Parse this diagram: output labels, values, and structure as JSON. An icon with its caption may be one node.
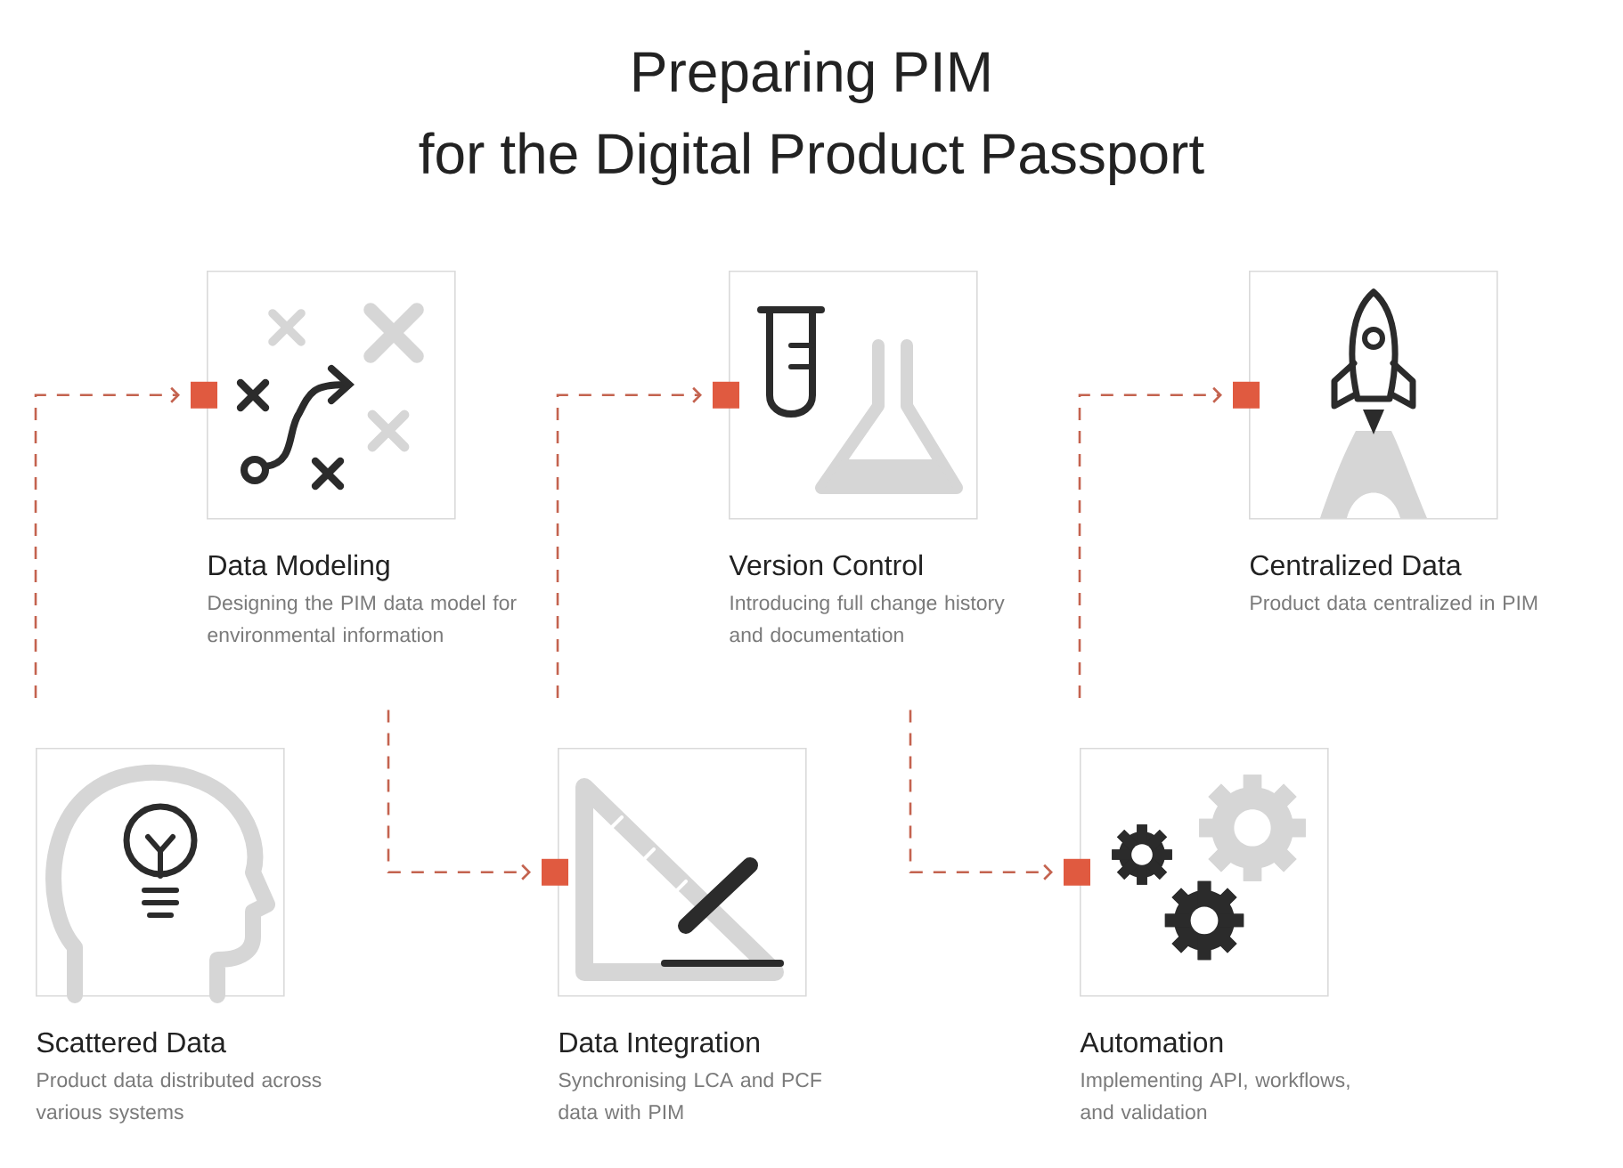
{
  "diagram": {
    "title": "Preparing PIM for the Digital Product Passport",
    "nodes": [
      {
        "text": [
          "Scattered Data",
          "Product data distributed across various systems"
        ]
      },
      {
        "text": [
          "Data Modeling",
          "Designing the PIM data model for environmental information"
        ]
      },
      {
        "text": [
          "Data Integration",
          "Synchronising LCA and PCF data with PIM"
        ]
      },
      {
        "text": [
          "Version Control",
          "Introducing full change history and documentation"
        ]
      },
      {
        "text": [
          "Automation",
          "Implementing API, workflows, and validation"
        ]
      },
      {
        "text": [
          "Centralized Data",
          "Product data centralized in PIM"
        ]
      }
    ],
    "edges": [
      {
        "from": 0,
        "to": 1,
        "arrow": "to",
        "style": "dashed"
      },
      {
        "from": 1,
        "to": 2,
        "arrow": "to",
        "style": "dashed"
      },
      {
        "from": 2,
        "to": 3,
        "arrow": "to",
        "style": "dashed"
      },
      {
        "from": 3,
        "to": 4,
        "arrow": "to",
        "style": "dashed"
      },
      {
        "from": 4,
        "to": 5,
        "arrow": "to",
        "style": "dashed"
      }
    ]
  }
}
